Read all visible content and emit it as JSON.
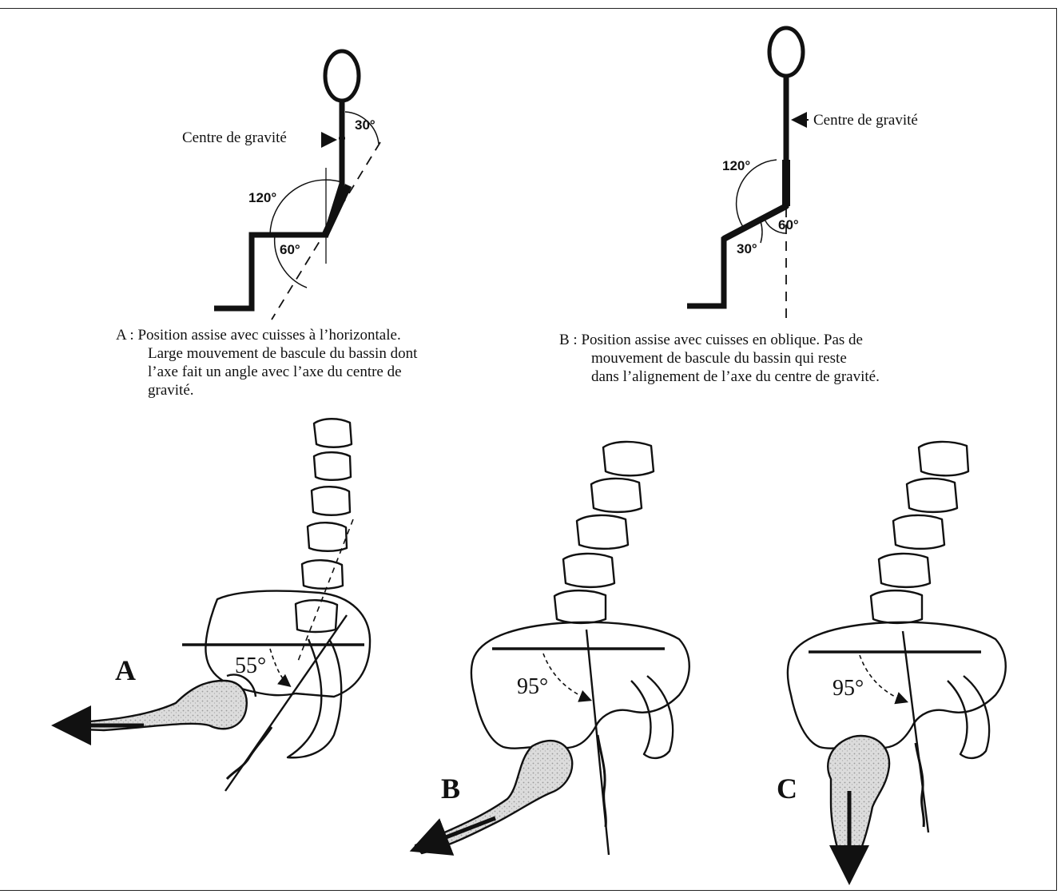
{
  "top_left": {
    "cg_label": "Centre de gravité",
    "angle_30": "30°",
    "angle_120": "120°",
    "angle_60": "60°",
    "caption": {
      "prefix": "A : ",
      "lines": [
        "Position assise avec cuisses à l’horizontale.",
        "Large mouvement de bascule du bassin dont",
        "l’axe fait un angle avec l’axe du centre de",
        "gravité."
      ]
    }
  },
  "top_right": {
    "cg_label": "Centre de gravité",
    "angle_120": "120°",
    "angle_60": "60°",
    "angle_30": "30°",
    "caption": {
      "prefix": "B : ",
      "lines": [
        "Position assise avec cuisses en oblique. Pas de",
        "mouvement de bascule du bassin qui reste",
        "dans l’alignement de l’axe du centre de gravité."
      ]
    }
  },
  "bottom": {
    "panel_a": {
      "letter": "A",
      "angle": "55°"
    },
    "panel_b": {
      "letter": "B",
      "angle": "95°"
    },
    "panel_c": {
      "letter": "C",
      "angle": "95°"
    }
  }
}
